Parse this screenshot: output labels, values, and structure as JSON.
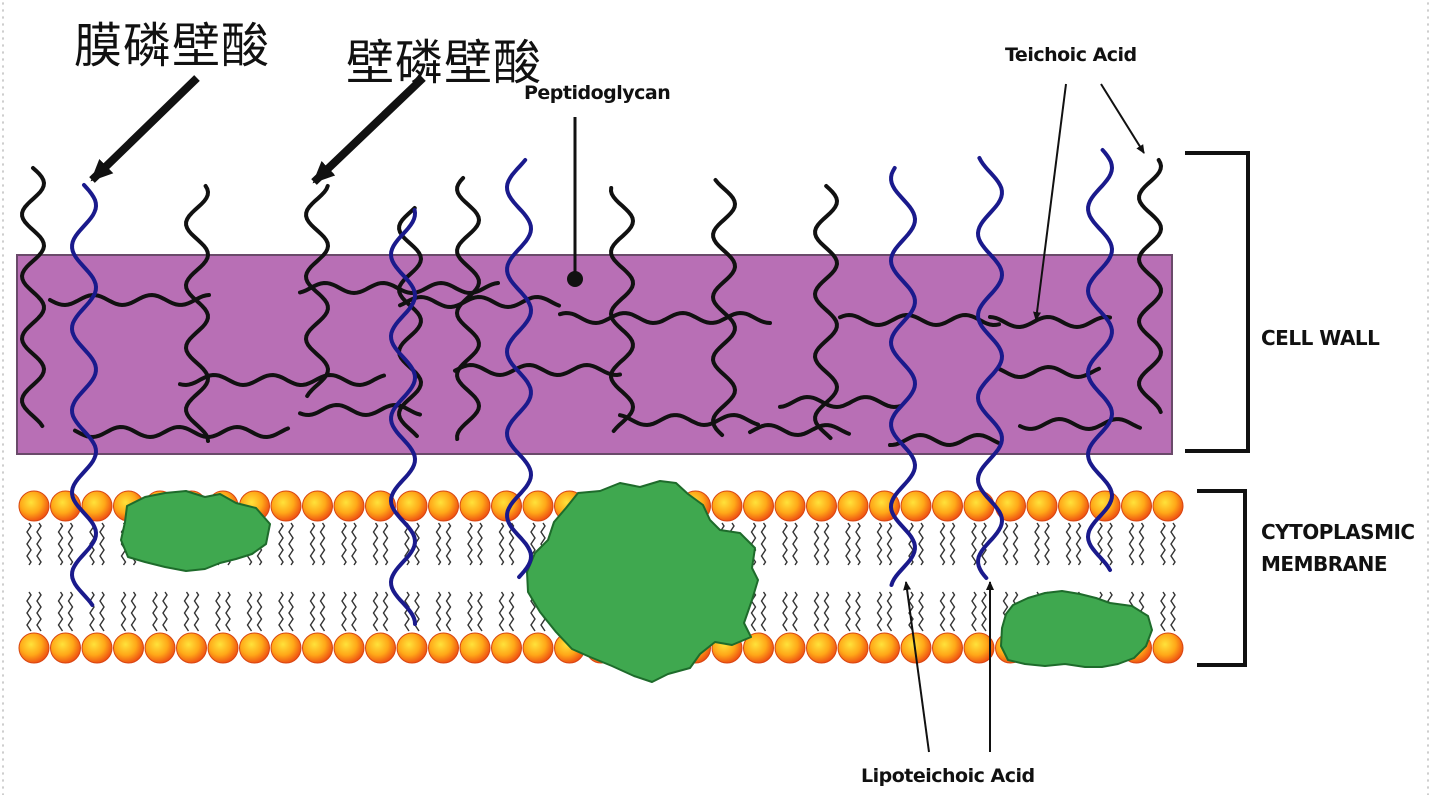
{
  "labels": {
    "membrane_teichoic_zh": "膜磷壁酸",
    "wall_teichoic_zh": "壁磷壁酸",
    "peptidoglycan": "Peptidoglycan",
    "teichoic_acid": "Teichoic Acid",
    "cell_wall": "CELL WALL",
    "cytoplasmic_line1": "CYTOPLASMIC",
    "cytoplasmic_line2": "MEMBRANE",
    "lipoteichoic_acid": "Lipoteichoic Acid"
  },
  "colors": {
    "cell_wall_fill": "#b86fb5",
    "cell_wall_stroke": "#6a4a6a",
    "wall_chain": "#111111",
    "membrane_chain": "#1a1a8c",
    "protein_fill": "#3fa84f",
    "protein_stroke": "#1e6b2b",
    "lipid_head_core": "#ffd200",
    "lipid_head_edge": "#f05a14",
    "lipid_tail": "#333333"
  }
}
